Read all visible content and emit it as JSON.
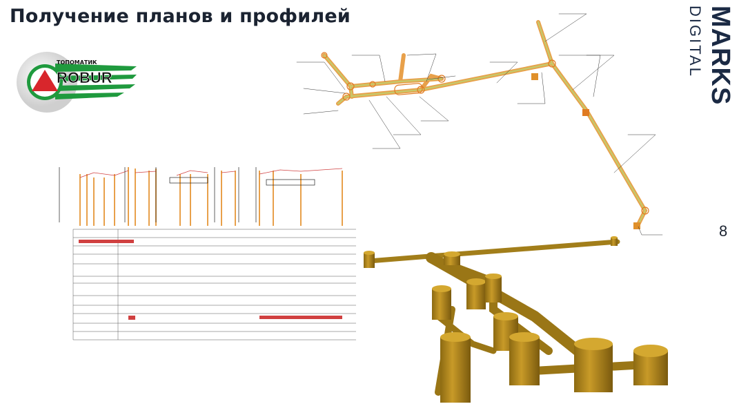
{
  "slide": {
    "title": "Получение планов и профилей",
    "page_number": "8"
  },
  "brand": {
    "line1": "MARKS",
    "line2": "DIGITAL"
  },
  "logo": {
    "top_text": "ТОПОМАТИК",
    "main_text": "ROBUR"
  },
  "colors": {
    "title": "#1b2331",
    "pipe": "#e8a04a",
    "model": "#b8901f",
    "logo_green": "#1f9a3e",
    "logo_red": "#d8262c"
  }
}
